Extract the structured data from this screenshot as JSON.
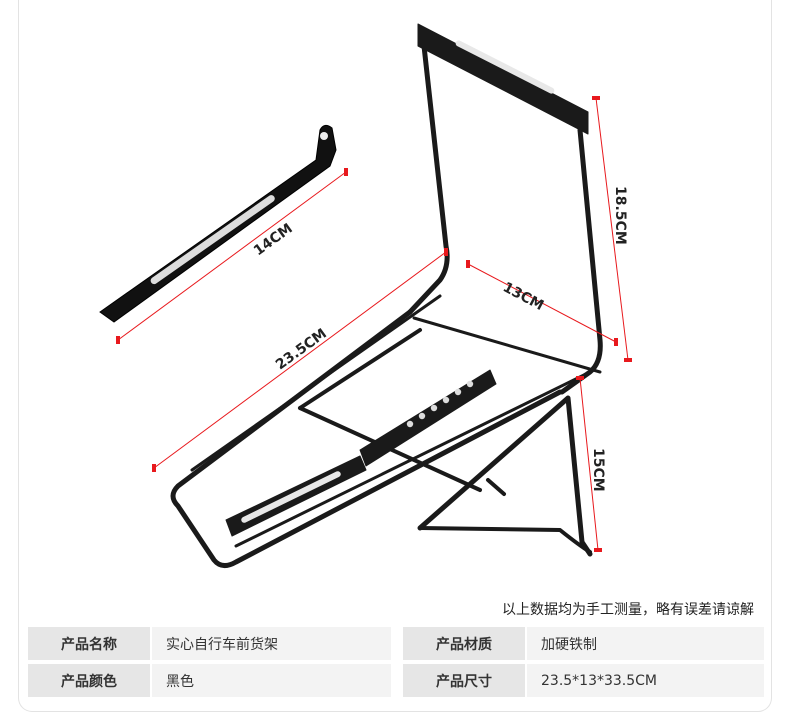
{
  "dimensions": {
    "strap_length": "14CM",
    "platform_length": "23.5CM",
    "platform_width": "13CM",
    "back_height": "18.5CM",
    "leg_height": "15CM"
  },
  "note": "以上数据均为手工测量，略有误差请谅解",
  "specs": [
    {
      "key": "产品名称",
      "value": "实心自行车前货架"
    },
    {
      "key": "产品材质",
      "value": "加硬铁制"
    },
    {
      "key": "产品颜色",
      "value": "黑色"
    },
    {
      "key": "产品尺寸",
      "value": "23.5*13*33.5CM"
    }
  ],
  "colors": {
    "dimension_line": "#e8191d",
    "rack": "#1a1a1a",
    "table_key_bg": "#e6e6e6",
    "table_value_bg": "#f3f3f3"
  }
}
